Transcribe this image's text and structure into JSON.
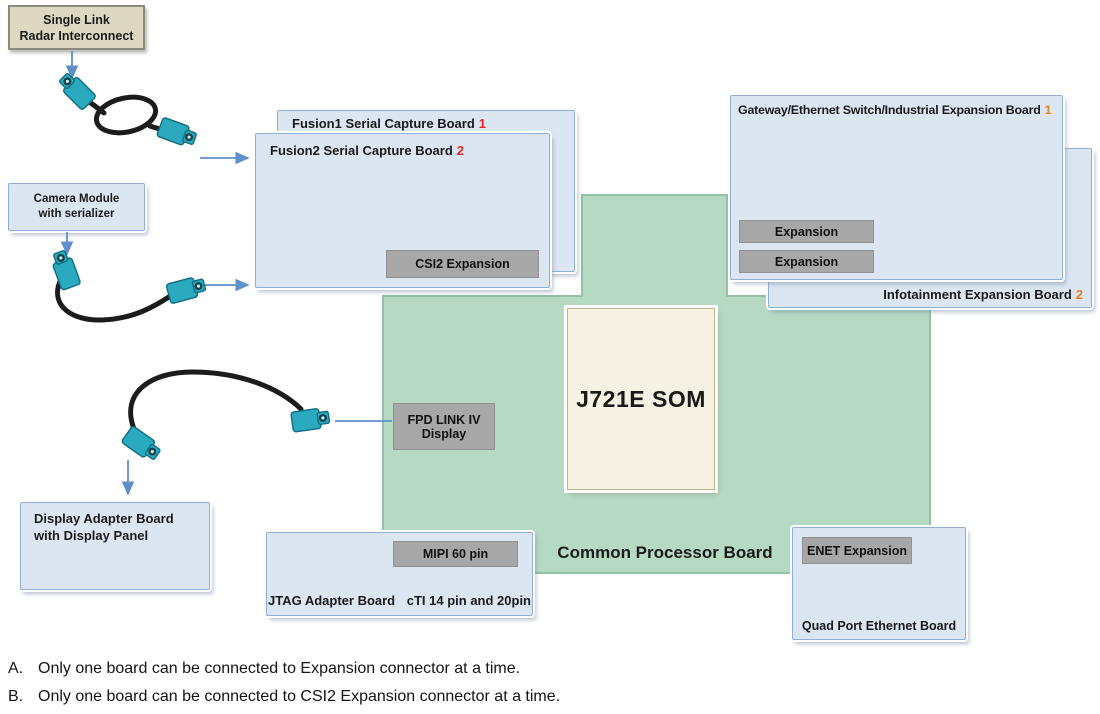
{
  "boards": {
    "radar": {
      "line1": "Single Link",
      "line2": "Radar Interconnect"
    },
    "camera": {
      "line1": "Camera Module",
      "line2": "with serializer"
    },
    "fusion1": {
      "title": "Fusion1 Serial Capture Board",
      "number": "1"
    },
    "fusion2": {
      "title": "Fusion2 Serial Capture Board",
      "number": "2"
    },
    "gateway": {
      "title": "Gateway/Ethernet Switch/Industrial Expansion Board",
      "number": "1"
    },
    "infotainment": {
      "title": "Infotainment Expansion Board",
      "number": "2"
    },
    "display_adapter": {
      "line1": "Display Adapter Board",
      "line2": "with Display Panel"
    },
    "jtag": {
      "title": "JTAG Adapter Board",
      "detail": "cTI 14 pin and 20pin"
    },
    "quad_port": {
      "title": "Quad Port Ethernet Board"
    },
    "som": {
      "title": "J721E SOM"
    },
    "common_processor": {
      "title": "Common Processor Board"
    }
  },
  "connectors": {
    "csi2": "CSI2 Expansion",
    "expansion_top": "Expansion",
    "expansion_bottom": "Expansion",
    "fpd_line1": "FPD LINK IV",
    "fpd_line2": "Display",
    "mipi": "MIPI 60 pin",
    "enet": "ENET Expansion"
  },
  "notes": [
    {
      "label": "A.",
      "text": "Only one board can be connected to Expansion connector at a time."
    },
    {
      "label": "B.",
      "text": "Only one board can be connected to CSI2 Expansion connector at a time."
    }
  ],
  "colors": {
    "board_fill": "#dce6f3",
    "board_border": "#8fb0d6",
    "green_board": "#b5d9c3",
    "green_border": "#93c1a4",
    "gray_chip": "#a7a7a7",
    "tan_fill": "#ddd8c2",
    "som_fill": "#f5f2e3",
    "red_number": "#e8251d",
    "orange_number": "#e87f1e",
    "arrow_blue": "#6090cc",
    "cable_black": "#1c1c1c",
    "fakra_teal": "#2ba9be"
  }
}
